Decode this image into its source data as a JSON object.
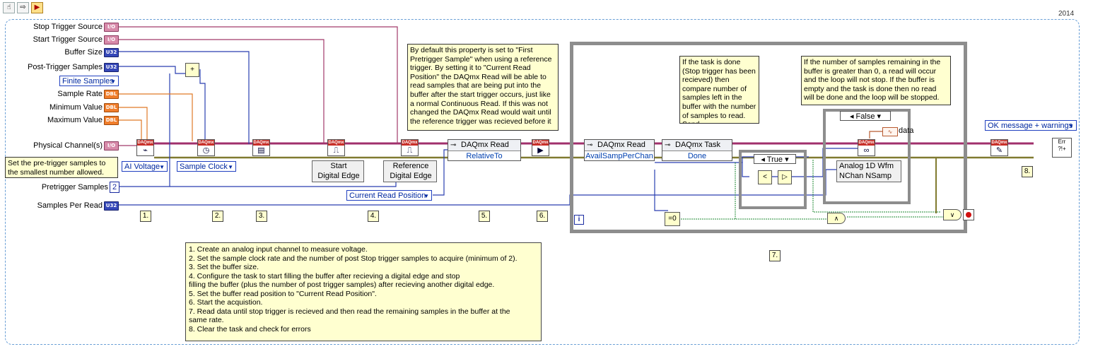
{
  "toolbar": {
    "icons": [
      "hand-icon",
      "arrow-right-icon",
      "run-icon"
    ]
  },
  "version": "2014",
  "controls": {
    "stop_trigger_source": {
      "label": "Stop Trigger Source",
      "terminal": "I/O"
    },
    "start_trigger_source": {
      "label": "Start Trigger Source",
      "terminal": "I/O"
    },
    "buffer_size": {
      "label": "Buffer Size",
      "terminal": "U32"
    },
    "post_trigger_samples": {
      "label": "Post-Trigger Samples",
      "terminal": "U32"
    },
    "finite_samples": "Finite Samples",
    "sample_rate": {
      "label": "Sample Rate",
      "terminal": "DBL"
    },
    "minimum_value": {
      "label": "Minimum Value",
      "terminal": "DBL"
    },
    "maximum_value": {
      "label": "Maximum Value",
      "terminal": "DBL"
    },
    "physical_channels": {
      "label": "Physical Channel(s)",
      "terminal": "I/O"
    },
    "pretrigger_samples": {
      "label": "Pretrigger Samples",
      "value": "2"
    },
    "samples_per_read": {
      "label": "Samples Per Read",
      "terminal": "U32"
    }
  },
  "notes": {
    "pretrigger": "Set the pre-trigger samples to the smallest number allowed.",
    "property": "By default this property is set to \"First Pretrigger Sample\" when using a reference trigger. By setting it to \"Current Read Position\" the DAQmx Read will be able to read samples that are being put into the buffer after the start trigger occurs, just like a normal Continuous Read. If this was not changed the DAQmx Read would wait until the reference trigger was recieved before it",
    "task_done": "If the task is done (Stop trigger has been recieved) then compare number of samples left in the buffer with the number of samples to read. Send",
    "samples_remaining": "If the number of samples remaining in the buffer is greater than 0, a read will occur and the loop will not stop. If the buffer is empty and the task is done then no read will be done and the loop will be stopped."
  },
  "vis": {
    "daqmx_label": "DAQmx",
    "ai_voltage": "AI Voltage",
    "sample_clock": "Sample Clock",
    "start_digital_edge": [
      "Start",
      "Digital Edge"
    ],
    "reference_digital_edge": [
      "Reference",
      "Digital Edge"
    ],
    "current_read_position": "Current Read Position",
    "read_property_1": {
      "title": "DAQmx Read",
      "value": "RelativeTo"
    },
    "read_property_2": {
      "title": "DAQmx Read",
      "value": "AvailSampPerChan"
    },
    "task_property": {
      "title": "DAQmx Task",
      "value": "Done"
    },
    "case_true": "True",
    "case_false": "False",
    "analog_read": [
      "Analog 1D Wfm",
      "NChan NSamp"
    ],
    "data_label": "data",
    "error_mode": "OK message + warnings",
    "eq_zero": "=0"
  },
  "steps": [
    "1.",
    "2.",
    "3.",
    "4.",
    "5.",
    "6.",
    "7.",
    "8."
  ],
  "instructions": [
    "1. Create an analog input channel to measure voltage.",
    "2. Set the  sample clock rate  and the number of post Stop trigger samples to acquire (minimum of 2).",
    "3. Set the buffer size.",
    "4.  Configure the task to start filling the buffer after recieving a digital edge and stop",
    "filling the buffer (plus the number of post trigger samples) after recieving another digital edge.",
    "5. Set the buffer read position to \"Current Read Position\".",
    "6. Start the acquistion.",
    "7. Read data until stop trigger is recieved and then read the remaining samples in the buffer at the",
    "same rate.",
    "8. Clear the task and check for errors"
  ]
}
